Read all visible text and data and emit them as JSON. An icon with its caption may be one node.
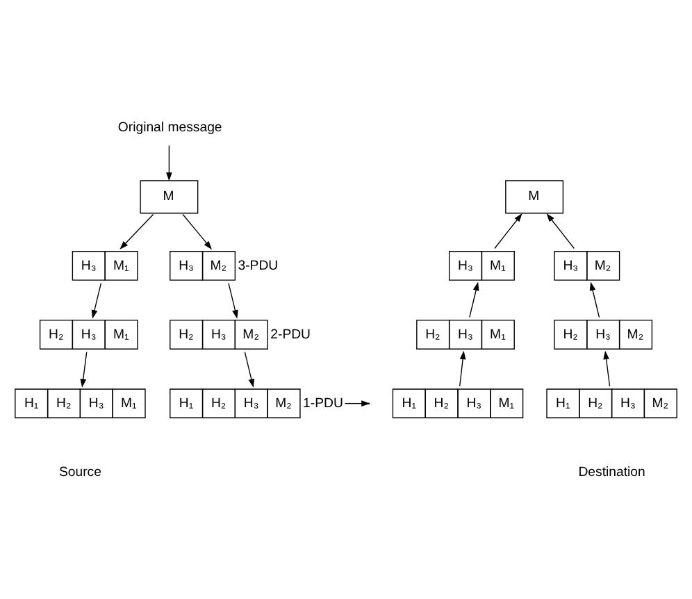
{
  "diagram": {
    "nodes": [
      {
        "text": [
          "Original message"
        ]
      },
      {
        "text": [
          "M"
        ]
      },
      {
        "text": [
          "H₃",
          "M₁"
        ]
      },
      {
        "text": [
          "H₃",
          "M₂"
        ],
        "beside": [
          "3-PDU"
        ]
      },
      {
        "text": [
          "H₂",
          "H₃",
          "M₁"
        ]
      },
      {
        "text": [
          "H₂",
          "H₃",
          "M₂"
        ],
        "beside": [
          "2-PDU"
        ]
      },
      {
        "text": [
          "H₁",
          "H₂",
          "H₃",
          "M₁"
        ]
      },
      {
        "text": [
          "H₁",
          "H₂",
          "H₃",
          "M₂"
        ],
        "beside": [
          "1-PDU"
        ]
      },
      {
        "text": [
          "M"
        ]
      },
      {
        "text": [
          "H₃",
          "M₁"
        ]
      },
      {
        "text": [
          "H₃",
          "M₂"
        ]
      },
      {
        "text": [
          "H₂",
          "H₃",
          "M₁"
        ]
      },
      {
        "text": [
          "H₂",
          "H₃",
          "M₂"
        ]
      },
      {
        "text": [
          "H₁",
          "H₂",
          "H₃",
          "M₁"
        ]
      },
      {
        "text": [
          "H₁",
          "H₂",
          "H₃",
          "M₂"
        ]
      }
    ],
    "edges": [
      {
        "from": 0,
        "to": 1,
        "arrow": "to"
      },
      {
        "from": 1,
        "to": 2,
        "arrow": "to"
      },
      {
        "from": 1,
        "to": 3,
        "arrow": "to"
      },
      {
        "from": 2,
        "to": 4,
        "arrow": "to"
      },
      {
        "from": 3,
        "to": 5,
        "arrow": "to"
      },
      {
        "from": 4,
        "to": 6,
        "arrow": "to"
      },
      {
        "from": 5,
        "to": 7,
        "arrow": "to"
      },
      {
        "from": 7,
        "to": null,
        "arrow": "to"
      },
      {
        "from": 13,
        "to": 11,
        "arrow": "to"
      },
      {
        "from": 11,
        "to": 9,
        "arrow": "to"
      },
      {
        "from": 9,
        "to": 8,
        "arrow": "to"
      },
      {
        "from": 14,
        "to": 12,
        "arrow": "to"
      },
      {
        "from": 12,
        "to": 10,
        "arrow": "to"
      },
      {
        "from": 10,
        "to": 8,
        "arrow": "to"
      }
    ],
    "labels": [
      "Source",
      "Destination"
    ]
  }
}
